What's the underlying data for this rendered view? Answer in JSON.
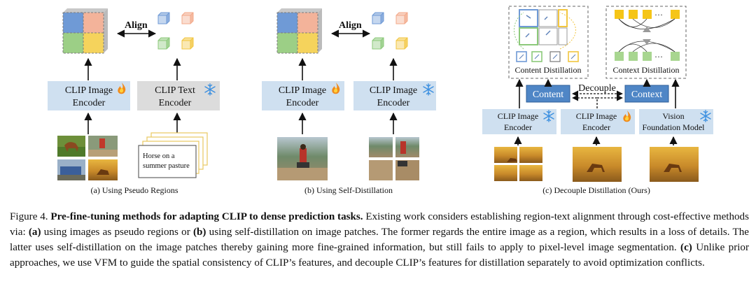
{
  "panel_a": {
    "align": "Align",
    "enc1_line1": "CLIP Image",
    "enc1_line2": "Encoder",
    "enc2_line1": "CLIP Text",
    "enc2_line2": "Encoder",
    "text_line1": "Horse on a",
    "text_line2": "summer pasture",
    "sub": "(a) Using Pseudo Regions"
  },
  "panel_b": {
    "align": "Align",
    "enc1_line1": "CLIP Image",
    "enc1_line2": "Encoder",
    "enc2_line1": "CLIP Image",
    "enc2_line2": "Encoder",
    "sub": "(b) Using Self-Distillation"
  },
  "panel_c": {
    "content_distill": "Content Distillation",
    "context_distill": "Context Distillation",
    "content": "Content",
    "context": "Context",
    "decouple": "Decouple",
    "enc1_line1": "CLIP Image",
    "enc1_line2": "Encoder",
    "enc2_line1": "CLIP Image",
    "enc2_line2": "Encoder",
    "enc3_line1": "Vision",
    "enc3_line2": "Foundation Model",
    "sub": "(c) Decouple Distillation (Ours)"
  },
  "caption": {
    "lead": "Figure 4. ",
    "title": "Pre-fine-tuning methods for adapting CLIP to dense prediction tasks.",
    "t1": " Existing work considers establishing region-text alignment through cost-effective methods via: ",
    "a": "(a)",
    "t2": " using images as pseudo regions or ",
    "b": "(b)",
    "t3": " using self-distillation on image patches. The former regards the entire image as a region, which results in a loss of details. The latter uses self-distillation on the image patches thereby gaining more fine-grained information, but still fails to apply to pixel-level image segmentation. ",
    "c": "(c)",
    "t4": " Unlike prior approaches, we use VFM to guide the spatial consistency of CLIP’s features, and decouple CLIP’s features for distillation separately to avoid optimization conflicts."
  }
}
